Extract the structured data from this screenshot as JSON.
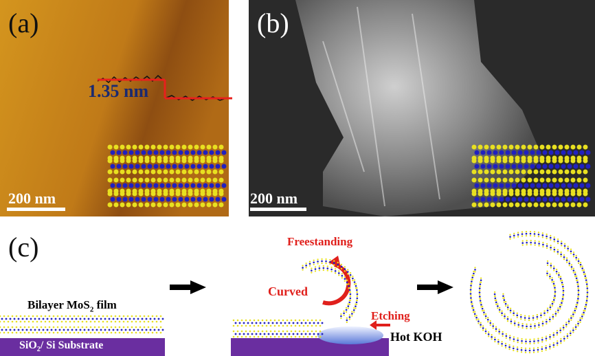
{
  "panels": {
    "a": {
      "label": "(a)",
      "step_height": "1.35 nm",
      "scale_bar": "200 nm"
    },
    "b": {
      "label": "(b)",
      "scale_bar": "200 nm"
    },
    "c": {
      "label": "(c)",
      "film_label_pre": "Bilayer MoS",
      "film_label_sub": "2",
      "film_label_post": " film",
      "substrate_pre": "SiO",
      "substrate_sub": "2",
      "substrate_post": "/ Si Substrate",
      "freestanding": "Freestanding",
      "curved": "Curved",
      "etching": "Etching",
      "hot_koh": "Hot KOH"
    }
  },
  "colors": {
    "afm_light": "#d0901c",
    "afm_dark": "#8a4a10",
    "substrate": "#6a2ea0",
    "annotation_red": "#e0201c",
    "step_label": "#1a2a70"
  }
}
